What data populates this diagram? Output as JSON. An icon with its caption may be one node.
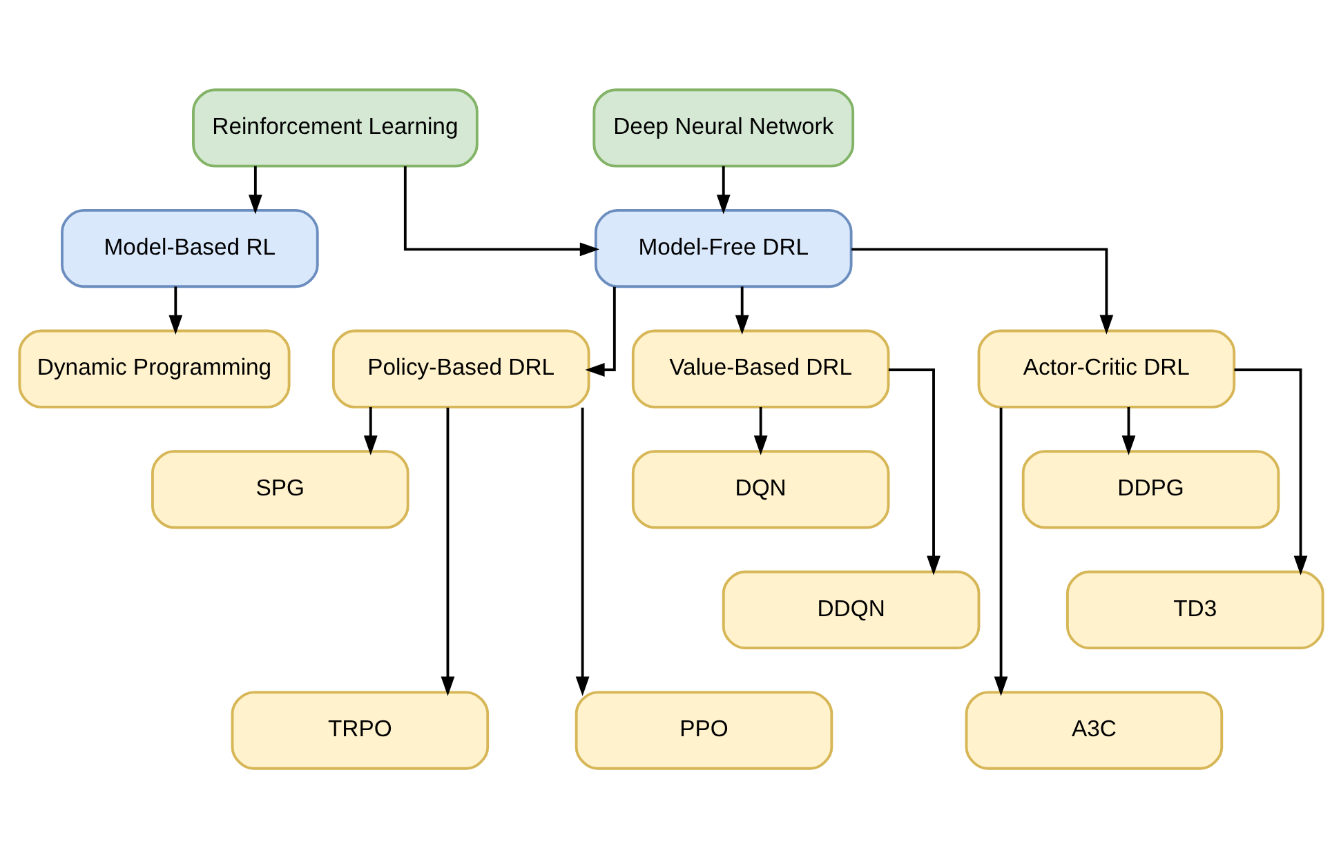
{
  "diagram": {
    "nodes": [
      {
        "text": [
          "Reinforcement Learning"
        ]
      },
      {
        "text": [
          "Deep Neural Network"
        ]
      },
      {
        "text": [
          "Model-Based RL"
        ]
      },
      {
        "text": [
          "Model-Free DRL"
        ]
      },
      {
        "text": [
          "Dynamic Programming"
        ]
      },
      {
        "text": [
          "Policy-Based DRL"
        ]
      },
      {
        "text": [
          "Value-Based DRL"
        ]
      },
      {
        "text": [
          "Actor-Critic DRL"
        ]
      },
      {
        "text": [
          "SPG"
        ]
      },
      {
        "text": [
          "DQN"
        ]
      },
      {
        "text": [
          "DDPG"
        ]
      },
      {
        "text": [
          "TRPO"
        ]
      },
      {
        "text": [
          "DDQN"
        ]
      },
      {
        "text": [
          "TD3"
        ]
      },
      {
        "text": [
          "PPO"
        ]
      },
      {
        "text": [
          "A3C"
        ]
      }
    ],
    "edges": [
      {
        "from": 0,
        "to": 2,
        "arrow": "to"
      },
      {
        "from": 0,
        "to": 3,
        "arrow": "to"
      },
      {
        "from": 1,
        "to": 3,
        "arrow": "to"
      },
      {
        "from": 2,
        "to": 4,
        "arrow": "to"
      },
      {
        "from": 3,
        "to": 5,
        "arrow": "to"
      },
      {
        "from": 3,
        "to": 6,
        "arrow": "to"
      },
      {
        "from": 3,
        "to": 7,
        "arrow": "to"
      },
      {
        "from": 5,
        "to": 8,
        "arrow": "to"
      },
      {
        "from": 5,
        "to": 11,
        "arrow": "to"
      },
      {
        "from": 5,
        "to": 14,
        "arrow": "to"
      },
      {
        "from": 6,
        "to": 9,
        "arrow": "to"
      },
      {
        "from": 6,
        "to": 12,
        "arrow": "to"
      },
      {
        "from": 7,
        "to": 10,
        "arrow": "to"
      },
      {
        "from": 7,
        "to": 13,
        "arrow": "to"
      },
      {
        "from": 7,
        "to": 15,
        "arrow": "to"
      }
    ]
  }
}
